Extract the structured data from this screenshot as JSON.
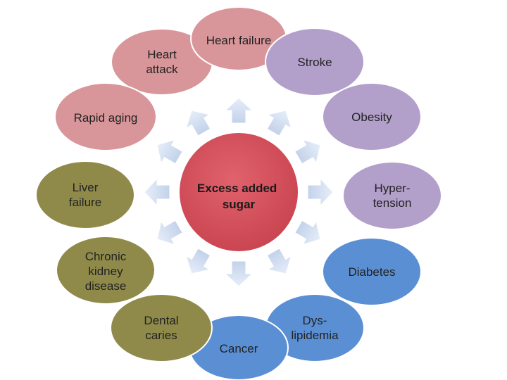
{
  "center": {
    "lines": [
      "Excess added",
      "sugar"
    ],
    "color": "#cf4a57"
  },
  "outcomes": [
    {
      "id": "heart-attack",
      "lines": [
        "Heart",
        "attack"
      ],
      "color": "#d9969a"
    },
    {
      "id": "heart-failure",
      "lines": [
        "Heart failure"
      ],
      "color": "#d9969a"
    },
    {
      "id": "stroke",
      "lines": [
        "Stroke"
      ],
      "color": "#b29fca"
    },
    {
      "id": "obesity",
      "lines": [
        "Obesity"
      ],
      "color": "#b29fca"
    },
    {
      "id": "hypertension",
      "lines": [
        "Hyper-",
        "tension"
      ],
      "color": "#b29fca"
    },
    {
      "id": "diabetes",
      "lines": [
        "Diabetes"
      ],
      "color": "#5b8fd4"
    },
    {
      "id": "dyslipidemia",
      "lines": [
        "Dys-",
        "lipidemia"
      ],
      "color": "#5b8fd4"
    },
    {
      "id": "cancer",
      "lines": [
        "Cancer"
      ],
      "color": "#5b8fd4"
    },
    {
      "id": "dental-caries",
      "lines": [
        "Dental",
        "caries"
      ],
      "color": "#8f8a4a"
    },
    {
      "id": "chronic-kidney-disease",
      "lines": [
        "Chronic",
        "kidney",
        "disease"
      ],
      "color": "#8f8a4a"
    },
    {
      "id": "liver-failure",
      "lines": [
        "Liver",
        "failure"
      ],
      "color": "#8f8a4a"
    },
    {
      "id": "rapid-aging",
      "lines": [
        "Rapid aging"
      ],
      "color": "#d9969a"
    }
  ]
}
